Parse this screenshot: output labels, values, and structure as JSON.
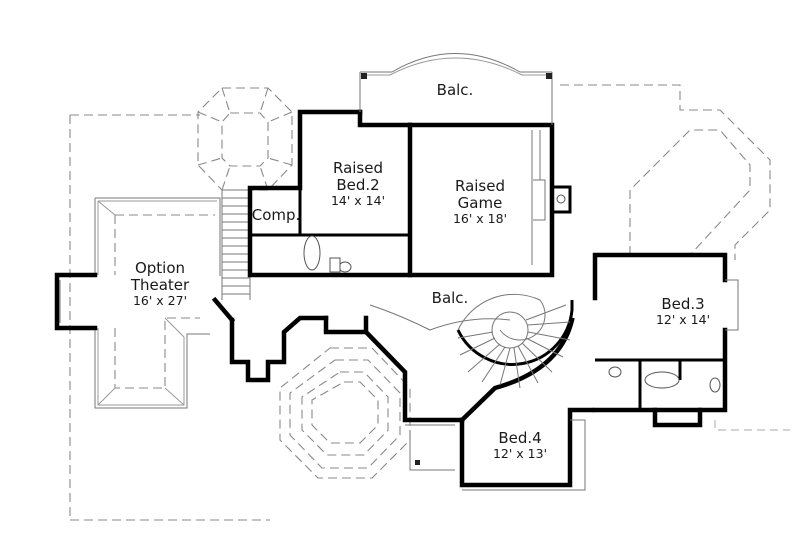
{
  "plan": {
    "type": "second-floor-plan",
    "rooms": [
      {
        "id": "balcony-top",
        "name": "Balc.",
        "size": ""
      },
      {
        "id": "raised-bed-2",
        "name": "Raised\nBed.2",
        "name_line1": "Raised",
        "name_line2": "Bed.2",
        "size": "14' x 14'"
      },
      {
        "id": "raised-game",
        "name_line1": "Raised",
        "name_line2": "Game",
        "size": "16' x 18'"
      },
      {
        "id": "comp",
        "name": "Comp.",
        "size": ""
      },
      {
        "id": "option-theater",
        "name_line1": "Option",
        "name_line2": "Theater",
        "size": "16' x 27'"
      },
      {
        "id": "balcony-center",
        "name": "Balc.",
        "size": ""
      },
      {
        "id": "bed-3",
        "name": "Bed.3",
        "size": "12' x 14'"
      },
      {
        "id": "bed-4",
        "name": "Bed.4",
        "size": "12' x 13'"
      }
    ],
    "colors": {
      "wall": "#000000",
      "dashed_outline": "#8a8a8a",
      "background": "#ffffff",
      "text": "#1a1a1a"
    }
  }
}
